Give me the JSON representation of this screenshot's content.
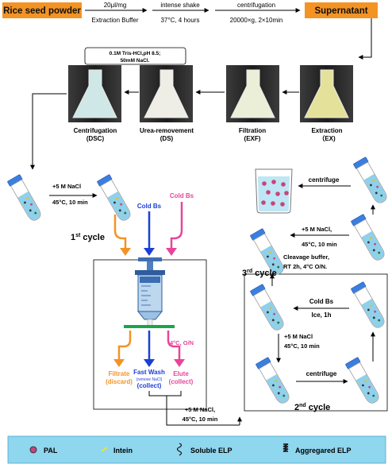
{
  "colors": {
    "orange": "#f39324",
    "blue": "#1a3fd6",
    "pink": "#e8449b",
    "green": "#1ea34a",
    "legend_bg": "#8fd6ef",
    "liquid": "#8fd0ea",
    "cap": "#3a7fe0"
  },
  "top_row": {
    "start_box": "Rice seed powder",
    "step1_top": "20μl/mg",
    "step1_bottom": "Extraction Buffer",
    "step2_top": "intense shake",
    "step2_bottom": "37°C, 4 hours",
    "step3_top": "centrifugation",
    "step3_bottom": "20000×g, 2×10min",
    "end_box": "Supernatant"
  },
  "buffer_note": {
    "line1": "0.1M Tris-HCl,pH 8.5;",
    "line2": "50mM NaCl."
  },
  "flasks": [
    {
      "name": "Centrifugation",
      "abbr": "(DSC)"
    },
    {
      "name": "Urea-removement",
      "abbr": "(DS)"
    },
    {
      "name": "Filtration",
      "abbr": "(EXF)"
    },
    {
      "name": "Extraction",
      "abbr": "（EX)"
    }
  ],
  "salt_step": {
    "line1": "+5 M NaCl",
    "line2": "45°C, 10 min"
  },
  "cycle1": {
    "label_num": "1",
    "label_sup": "st",
    "label_rest": " cycle",
    "cold_bs_1": "Cold Bs",
    "cold_bs_2": "Cold Bs",
    "filtrate": "Filtrate",
    "filtrate_note": "(discard)",
    "fast_wash": "Fast Wash",
    "fast_wash_note": "(remove NaCl)",
    "fast_wash_collect": "(collect)",
    "elute_cond": "4°C, O/N",
    "elute": "Elute",
    "elute_collect": "(collect)"
  },
  "bottom_salt": {
    "line1": "+5 M NaCl,",
    "line2": "45°C, 10 min"
  },
  "cycle2": {
    "label_num": "2",
    "label_sup": "nd",
    "label_rest": " cycle",
    "cold_bs": "Cold Bs",
    "ice": "Ice, 1h",
    "salt_line1": "+5 M NaCl",
    "salt_line2": "45°C, 10 min",
    "centrifuge": "centrifuge"
  },
  "cycle3": {
    "label_num": "3",
    "label_sup": "rd",
    "label_rest": " cycle",
    "cleavage1": "Cleavage buffer,",
    "cleavage2": "RT 2h, 4°C O/N.",
    "salt_line1": "+5 M NaCl,",
    "salt_line2": "45°C, 10 min",
    "centrifuge": "centrifuge"
  },
  "legend": {
    "pal": "PAL",
    "intein": "Intein",
    "soluble": "Soluble ELP",
    "aggregated": "Aggregared ELP"
  }
}
